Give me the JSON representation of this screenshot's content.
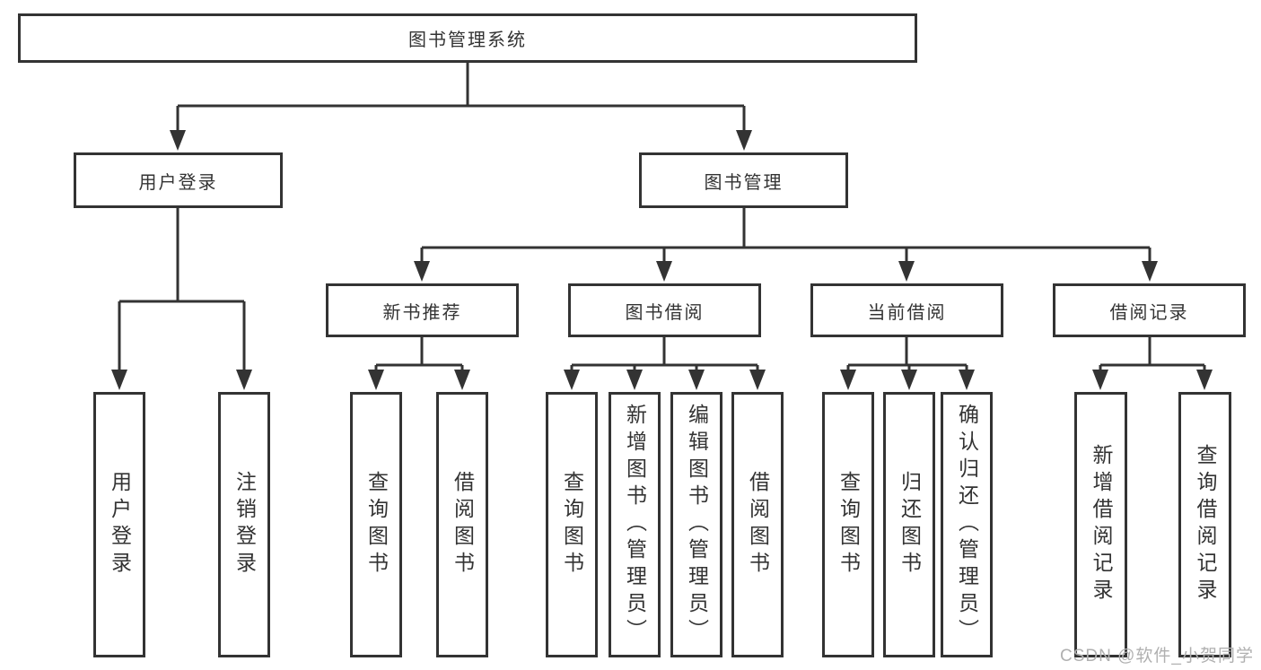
{
  "tree": {
    "root": {
      "label": "图书管理系统"
    },
    "branches": [
      {
        "label": "用户登录",
        "children": [
          {
            "label": "用户登录"
          },
          {
            "label": "注销登录"
          }
        ]
      },
      {
        "label": "图书管理",
        "children": [
          {
            "label": "新书推荐",
            "children": [
              {
                "label": "查询图书"
              },
              {
                "label": "借阅图书"
              }
            ]
          },
          {
            "label": "图书借阅",
            "children": [
              {
                "label": "查询图书"
              },
              {
                "label": "新增图书（管理员）"
              },
              {
                "label": "编辑图书（管理员）"
              },
              {
                "label": "借阅图书"
              }
            ]
          },
          {
            "label": "当前借阅",
            "children": [
              {
                "label": "查询图书"
              },
              {
                "label": "归还图书"
              },
              {
                "label": "确认归还（管理员）"
              }
            ]
          },
          {
            "label": "借阅记录",
            "children": [
              {
                "label": "新增借阅记录"
              },
              {
                "label": "查询借阅记录"
              }
            ]
          }
        ]
      }
    ]
  },
  "watermark": {
    "text": "CSDN @软件_小贺同学",
    "color": "#b0b0b0"
  },
  "colors": {
    "line": "#333333",
    "box_border": "#333333",
    "text": "#333333",
    "background": "#ffffff"
  }
}
